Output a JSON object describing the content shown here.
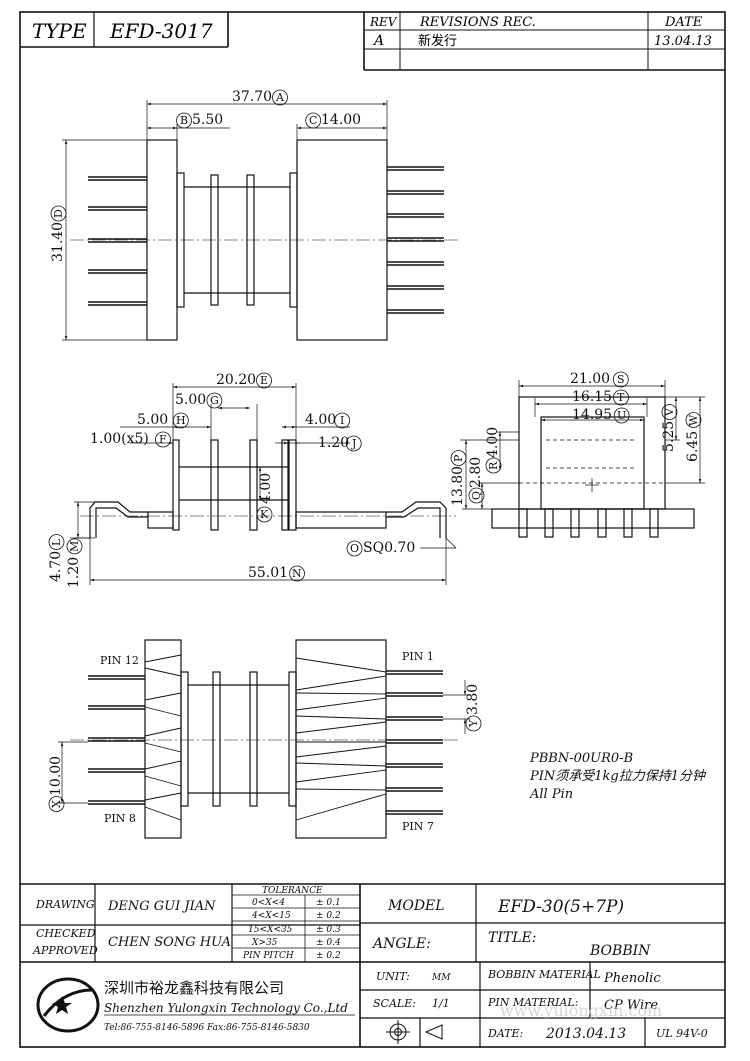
{
  "header": {
    "type_label": "TYPE",
    "type_value": "EFD-3017",
    "rev_label": "REV",
    "revisions_label": "REVISIONS REC.",
    "date_label": "DATE",
    "rev_value": "A",
    "revision_note": "新发行",
    "revision_date": "13.04.13"
  },
  "top_view": {
    "dim_overall_width": "37.70",
    "dim_overall_width_tag": "A",
    "dim_left_flange": "5.50",
    "dim_left_flange_tag": "B",
    "dim_right_flange": "14.00",
    "dim_right_flange_tag": "C",
    "dim_height": "31.40",
    "dim_height_tag": "D"
  },
  "side_view": {
    "dim_span": "20.20",
    "dim_span_tag": "E",
    "dim_fin_spacing": "5.00",
    "dim_fin_spacing_tag": "G",
    "dim_left": "5.00",
    "dim_left_tag": "H",
    "dim_right": "4.00",
    "dim_right_tag": "I",
    "dim_flange_thk": "1.00(x5)",
    "dim_flange_thk_tag": "F",
    "dim_fin_thk": "1.20",
    "dim_fin_thk_tag": "J",
    "dim_core": "4.00",
    "dim_core_tag": "K",
    "dim_pin_height": "4.70",
    "dim_pin_height_tag": "L",
    "dim_pin_step": "1.20",
    "dim_pin_step_tag": "M",
    "dim_pin_sq_tag": "O",
    "dim_pin_sq": "SQ0.70",
    "dim_total_length": "55.01",
    "dim_total_length_tag": "N"
  },
  "end_view": {
    "dim_width": "21.00",
    "dim_width_tag": "S",
    "dim_inner1": "16.15",
    "dim_inner1_tag": "T",
    "dim_inner2": "14.95",
    "dim_inner2_tag": "U",
    "dim_h1": "5.25",
    "dim_h1_tag": "V",
    "dim_h2": "6.45",
    "dim_h2_tag": "W",
    "dim_total_h": "13.80",
    "dim_total_h_tag": "P",
    "dim_h3": "2.80",
    "dim_h3_tag": "Q",
    "dim_h4": "4.00",
    "dim_h4_tag": "R"
  },
  "bottom_view": {
    "pin_12_label": "PIN 12",
    "pin_1_label": "PIN 1",
    "pin_8_label": "PIN 8",
    "pin_7_label": "PIN 7",
    "dim_pin_pitch": "3.80",
    "dim_pin_pitch_tag": "Y",
    "dim_span": "10.00",
    "dim_span_tag": "X"
  },
  "notes": {
    "line1": "PBBN-00UR0-B",
    "line2": "PIN须承受1kg拉力保持1分钟",
    "line3": "All Pin"
  },
  "title_block": {
    "drawing_label": "DRAWING",
    "drawing_value": "DENG GUI JIAN",
    "checked_label": "CHECKED",
    "approved_label": "APPROVED",
    "approved_value": "CHEN SONG HUA",
    "tolerance_title": "TOLERANCE",
    "tolerance_rows": [
      {
        "range": "0<X<4",
        "tol": "± 0.1"
      },
      {
        "range": "4<X<15",
        "tol": "± 0.2"
      },
      {
        "range": "15<X<35",
        "tol": "± 0.3"
      },
      {
        "range": "X>35",
        "tol": "± 0.4"
      },
      {
        "range": "PIN PITCH",
        "tol": "± 0.2"
      }
    ],
    "model_label": "MODEL",
    "model_value": "EFD-30(5+7P)",
    "angle_label": "ANGLE:",
    "title_label": "TITLE:",
    "title_value": "BOBBIN",
    "unit_label": "UNIT:",
    "unit_value": "MM",
    "scale_label": "SCALE:",
    "scale_value": "1/1",
    "bobbin_material_label": "BOBBIN MATERIAL",
    "bobbin_material_value": "Phenolic",
    "pin_material_label": "PIN MATERIAL:",
    "pin_material_value": "CP Wire",
    "date_label": "DATE:",
    "date_value": "2013.04.13",
    "ul_value": "UL 94V-0",
    "company_cn": "深圳市裕龙鑫科技有限公司",
    "company_en": "Shenzhen Yulongxin Technology Co.,Ltd",
    "company_contact": "Tel:86-755-8146-5896  Fax:86-755-8146-5830",
    "watermark": "www.yulongxin.com"
  }
}
